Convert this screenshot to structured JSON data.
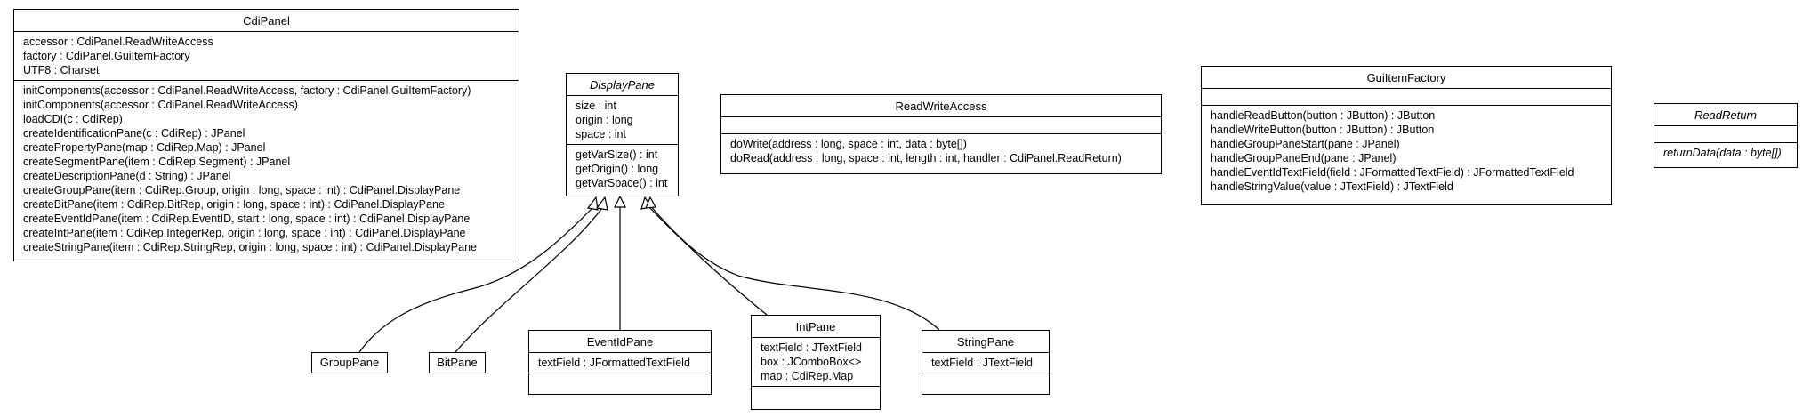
{
  "classes": {
    "cdipanel": {
      "name": "CdiPanel",
      "attributes": [
        "accessor : CdiPanel.ReadWriteAccess",
        "factory : CdiPanel.GuiItemFactory",
        "UTF8 : Charset"
      ],
      "operations": [
        "initComponents(accessor : CdiPanel.ReadWriteAccess, factory : CdiPanel.GuiItemFactory)",
        "initComponents(accessor : CdiPanel.ReadWriteAccess)",
        "loadCDI(c : CdiRep)",
        "createIdentificationPane(c : CdiRep) : JPanel",
        "createPropertyPane(map : CdiRep.Map) : JPanel",
        "createSegmentPane(item : CdiRep.Segment) : JPanel",
        "createDescriptionPane(d : String) : JPanel",
        "createGroupPane(item : CdiRep.Group, origin : long, space : int) : CdiPanel.DisplayPane",
        "createBitPane(item : CdiRep.BitRep, origin : long, space : int) : CdiPanel.DisplayPane",
        "createEventIdPane(item : CdiRep.EventID, start : long, space : int) : CdiPanel.DisplayPane",
        "createIntPane(item : CdiRep.IntegerRep, origin : long, space : int) : CdiPanel.DisplayPane",
        "createStringPane(item : CdiRep.StringRep, origin : long, space : int) : CdiPanel.DisplayPane"
      ]
    },
    "displaypane": {
      "name": "DisplayPane",
      "attributes": [
        "size : int",
        "origin : long",
        "space : int"
      ],
      "operations": [
        "getVarSize() : int",
        "getOrigin() : long",
        "getVarSpace() : int"
      ]
    },
    "readwriteaccess": {
      "name": "ReadWriteAccess",
      "attributes": [],
      "operations": [
        "doWrite(address : long, space : int, data : byte[])",
        "doRead(address : long, space : int, length : int, handler : CdiPanel.ReadReturn)"
      ]
    },
    "guiitemfactory": {
      "name": "GuiItemFactory",
      "attributes": [],
      "operations": [
        "handleReadButton(button : JButton) : JButton",
        "handleWriteButton(button : JButton) : JButton",
        "handleGroupPaneStart(pane : JPanel)",
        "handleGroupPaneEnd(pane : JPanel)",
        "handleEventIdTextField(field : JFormattedTextField) : JFormattedTextField",
        "handleStringValue(value : JTextField) : JTextField"
      ]
    },
    "readreturn": {
      "name": "ReadReturn",
      "attributes": [],
      "operations": [
        "returnData(data : byte[])"
      ]
    },
    "grouppane": {
      "name": "GroupPane"
    },
    "bitpane": {
      "name": "BitPane"
    },
    "eventidpane": {
      "name": "EventIdPane",
      "attributes": [
        "textField : JFormattedTextField"
      ],
      "operations": []
    },
    "intpane": {
      "name": "IntPane",
      "attributes": [
        "textField : JTextField",
        "box : JComboBox<>",
        "map : CdiRep.Map"
      ],
      "operations": []
    },
    "stringpane": {
      "name": "StringPane",
      "attributes": [
        "textField : JTextField"
      ],
      "operations": []
    }
  }
}
